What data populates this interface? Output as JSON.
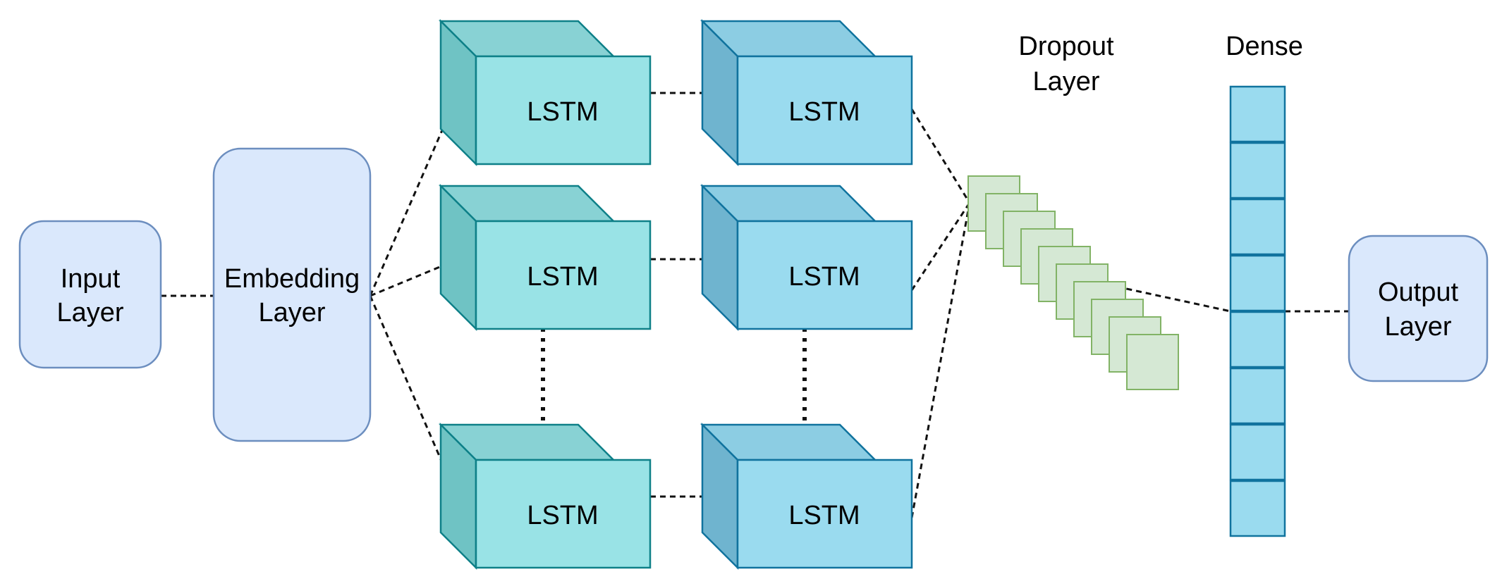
{
  "input_layer": {
    "line1": "Input",
    "line2": "Layer"
  },
  "embedding_layer": {
    "line1": "Embedding",
    "line2": "Layer"
  },
  "lstm_label": "LSTM",
  "dropout_layer": {
    "line1": "Dropout",
    "line2": "Layer"
  },
  "dense_layer": {
    "label": "Dense"
  },
  "output_layer": {
    "line1": "Output",
    "line2": "Layer"
  },
  "colors": {
    "io_fill": "#dae8fc",
    "io_stroke": "#6c8ebf",
    "lstm1_front": "#99e3e6",
    "lstm1_side": "#6fc3c4",
    "lstm1_top": "#88d2d4",
    "lstm1_stroke": "#0e8088",
    "lstm2_front": "#9adbef",
    "lstm2_side": "#6fb4cf",
    "lstm2_top": "#8ccde3",
    "lstm2_stroke": "#10739e",
    "dropout_fill": "#d5e8d4",
    "dropout_stroke": "#82b366",
    "dense_fill": "#9adbef",
    "dense_stroke": "#10739e"
  }
}
